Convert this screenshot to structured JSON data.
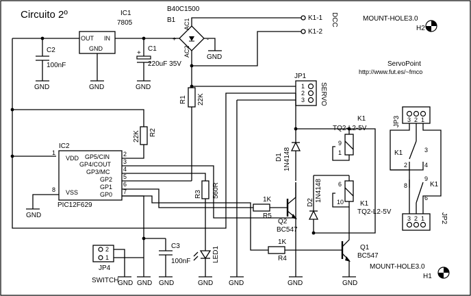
{
  "title": "Circuito 2º",
  "bridge": {
    "ref": "B1",
    "part": "B40C1500",
    "pin_ac1": "AC1",
    "pin_ac2": "AC2",
    "plus": "+",
    "minus": "-"
  },
  "dcc": {
    "k1_1": "K1-1",
    "k1_2": "K1-2",
    "label": "DCC"
  },
  "ic1": {
    "ref": "IC1",
    "part": "7805",
    "pin_out": "OUT",
    "pin_in": "IN",
    "pin_gnd": "GND"
  },
  "c2": {
    "ref": "C2",
    "value": "100nF"
  },
  "c1": {
    "ref": "C1",
    "value": "220uF 35V",
    "plus": "+"
  },
  "c3": {
    "ref": "C3",
    "value": "100nF"
  },
  "r1": {
    "ref": "R1",
    "value": "22K"
  },
  "r2": {
    "ref": "R2",
    "value": "22K"
  },
  "r3": {
    "ref": "R3",
    "value": "560R"
  },
  "r4": {
    "ref": "R4",
    "value": "1K"
  },
  "r5": {
    "ref": "R5",
    "value": "1K"
  },
  "ic2": {
    "ref": "IC2",
    "part": "PIC12F629",
    "left_pins": [
      {
        "name": "VDD",
        "num": "1"
      },
      {
        "name": "VSS",
        "num": "8"
      }
    ],
    "right_pins": [
      {
        "name": "GP5/CIN",
        "num": "2"
      },
      {
        "name": "GP4/COUT",
        "num": "3"
      },
      {
        "name": "GP3/MC",
        "num": "4"
      },
      {
        "name": "GP2",
        "num": "5"
      },
      {
        "name": "GP1",
        "num": "6"
      },
      {
        "name": "GP0",
        "num": "7"
      }
    ]
  },
  "jp1": {
    "ref": "JP1",
    "label": "SERVO",
    "pins": [
      "1",
      "2",
      "3"
    ]
  },
  "jp2": {
    "ref": "JP2",
    "pins": [
      "3",
      "2",
      "1"
    ]
  },
  "jp3": {
    "ref": "JP3",
    "pins": [
      "3",
      "2",
      "1"
    ]
  },
  "jp4": {
    "ref": "JP4",
    "label": "SWITCH",
    "pins": [
      "2",
      "1"
    ]
  },
  "d1": {
    "ref": "D1",
    "part": "1N4148"
  },
  "d2": {
    "ref": "D2",
    "part": "1N4148"
  },
  "led1": {
    "ref": "LED1"
  },
  "q1": {
    "ref": "Q1",
    "part": "BC547"
  },
  "q2": {
    "ref": "Q2",
    "part": "BC547"
  },
  "k1_top": {
    "ref": "K1",
    "part": "TQ2-L2-5V",
    "pin_a": "9",
    "pin_b": "1"
  },
  "k1_bottom": {
    "ref": "K1",
    "part": "TQ2-L2-5V",
    "pin_a": "6",
    "pin_b": "10"
  },
  "k1_sw": {
    "ref_a": "K1",
    "ref_b": "K1",
    "pins": [
      "3",
      "2",
      "4",
      "8",
      "9",
      "6"
    ]
  },
  "servopoint": {
    "name": "ServoPoint",
    "url": "http://www.fut.es/~fmco"
  },
  "h2": {
    "label": "MOUNT-HOLE3.0",
    "ref": "H2"
  },
  "h1": {
    "label": "MOUNT-HOLE3.0",
    "ref": "H1"
  },
  "gnd": "GND"
}
